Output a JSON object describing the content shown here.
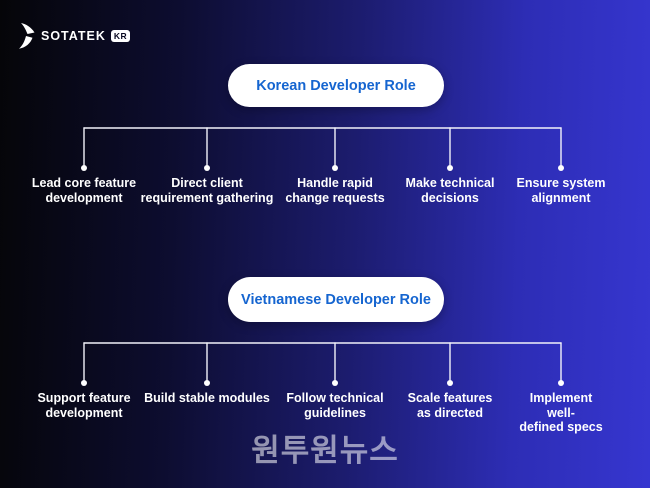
{
  "logo": {
    "brand": "SOTATEK",
    "badge": "KR",
    "icon": "sotatek-bird-icon"
  },
  "colors": {
    "background_left": "#050508",
    "background_mid": "#1c1c6e",
    "background_right": "#3636d0",
    "pill_background": "#ffffff",
    "pill_text": "#1565d0",
    "connector_line": "#f2f2fa",
    "node_text": "#ffffff",
    "watermark_text": "rgba(255,255,255,0.55)"
  },
  "trees": [
    {
      "title": "Korean Developer Role",
      "nodes": [
        {
          "label": "Lead core feature\ndevelopment"
        },
        {
          "label": "Direct client\nrequirement gathering"
        },
        {
          "label": "Handle rapid\nchange requests"
        },
        {
          "label": "Make technical\ndecisions"
        },
        {
          "label": "Ensure system\nalignment"
        }
      ]
    },
    {
      "title": "Vietnamese Developer Role",
      "nodes": [
        {
          "label": "Support feature\ndevelopment"
        },
        {
          "label": "Build stable modules"
        },
        {
          "label": "Follow technical\nguidelines"
        },
        {
          "label": "Scale features\nas directed"
        },
        {
          "label": "Implement well-\ndefined specs"
        }
      ]
    }
  ],
  "watermark": "원투원뉴스"
}
